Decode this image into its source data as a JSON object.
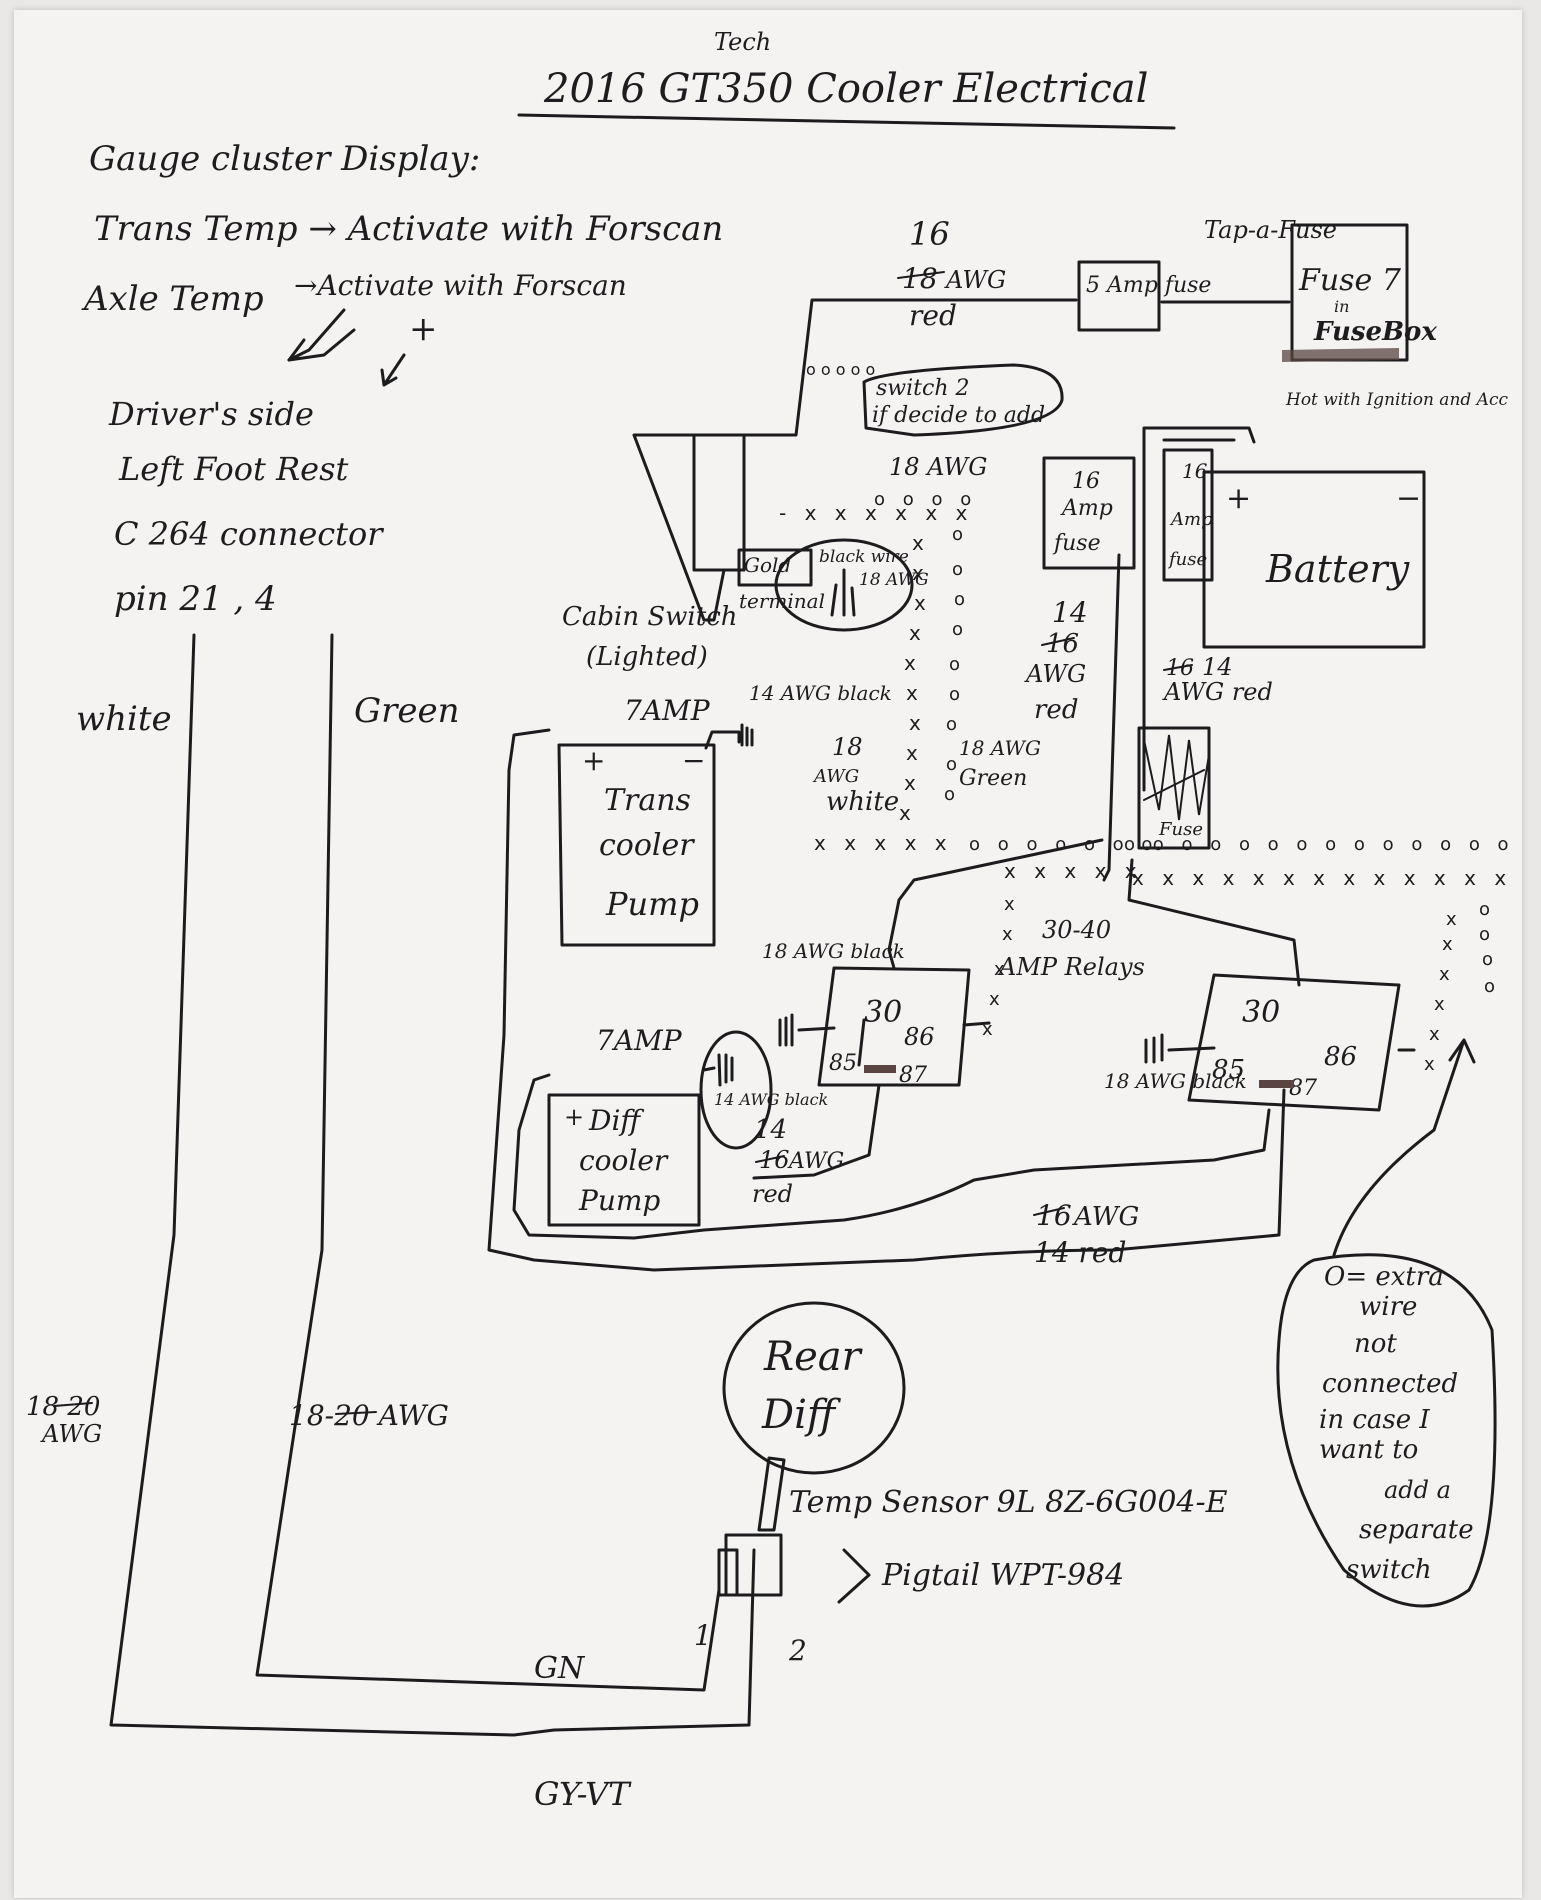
{
  "title": {
    "top": "Tech",
    "main": "2016  GT350  Cooler Electrical"
  },
  "notes": {
    "gauge_display": "Gauge cluster Display:",
    "trans_temp": "Trans Temp → Activate with Forscan",
    "axle_temp_label": "Axle Temp",
    "axle_temp_action": "→Activate with Forscan",
    "plus": "+",
    "drivers_side": "Driver's side",
    "left_foot_rest": "Left Foot Rest",
    "connector": "C 264 connector",
    "pin": "pin 21   ,   4"
  },
  "wires": {
    "white": "white",
    "green": "Green",
    "gn": "GN",
    "gy_vt": "GY-VT",
    "gauge_wire_1": "18 20",
    "gauge_wire_1_unit": "AWG",
    "gauge_wire_2": "18-20 AWG",
    "top_gauge_new": "16",
    "top_gauge_old": "18",
    "top_gauge_unit": "AWG",
    "top_color": "red",
    "cabin_gauge": "18 AWG",
    "black_wire": "black wire",
    "black_wire_awg": "18 AWG",
    "fuse_side_gauge_new": "14",
    "fuse_side_gauge_old": "16",
    "fuse_side_awg": "AWG",
    "fuse_side_color": "red",
    "battery_gauge_old": "16",
    "battery_gauge_new": "14",
    "battery_gauge_color": "AWG red",
    "trans_ground": "14 AWG black",
    "white_18_a": "18",
    "white_18_b": "AWG",
    "white_18_c": "white",
    "green_18_a": "18 AWG",
    "green_18_b": "Green",
    "relay_black_left": "18 AWG black",
    "relay_black_right": "18 AWG black",
    "diff_ground": "14 AWG black",
    "diff_pos_new": "14",
    "diff_pos_old": "16",
    "diff_pos_unit": "AWG",
    "diff_pos_color": "red",
    "bottom_gauge_old": "16",
    "bottom_gauge_unit": "AWG",
    "bottom_gauge_new": "14 red"
  },
  "components": {
    "fuse_5": "5 Amp fuse",
    "tap_a_fuse": "Tap-a-Fuse",
    "fusebox_a": "Fuse 7",
    "fusebox_b": "in",
    "fusebox_c": "FuseBox",
    "hot_with": "Hot with Ignition and Acc",
    "switch2_a": "switch 2",
    "switch2_b": "if decide to add",
    "gold_terminal_a": "Gold",
    "gold_terminal_b": "terminal",
    "cabin_switch_a": "Cabin Switch",
    "cabin_switch_b": "(Lighted)",
    "fuse_16_a_1": "16",
    "fuse_16_a_2": "Amp",
    "fuse_16_a_3": "fuse",
    "fuse_16_b_1": "16",
    "fuse_16_b_2": "Amp",
    "fuse_16_b_3": "fuse",
    "battery": "Battery",
    "battery_plus": "+",
    "battery_minus": "−",
    "scribbled_fuse": "Fuse",
    "trans_amp": "7AMP",
    "trans_pump_1": "Trans",
    "trans_pump_2": "cooler",
    "trans_pump_3": "Pump",
    "diff_amp": "7AMP",
    "diff_pump_1": "Diff",
    "diff_pump_2": "cooler",
    "diff_pump_3": "Pump",
    "relays_label_1": "30-40",
    "relays_label_2": "AMP Relays",
    "relay_left": {
      "p30": "30",
      "p86": "86",
      "p85": "85",
      "p87": "87"
    },
    "relay_right": {
      "p30": "30",
      "p86": "86",
      "p85": "85",
      "p87": "87"
    },
    "rear_diff_1": "Rear",
    "rear_diff_2": "Diff",
    "temp_sensor": "Temp Sensor   9L 8Z-6G004-E",
    "pigtail": "Pigtail   WPT-984",
    "pin1": "1",
    "pin2": "2"
  },
  "legend": {
    "line1": "O= extra",
    "line2": "wire",
    "line3": "not",
    "line4": "connected",
    "line5": "in case I",
    "line6": "want to",
    "line7": "add a",
    "line8": "separate",
    "line9": "switch"
  }
}
